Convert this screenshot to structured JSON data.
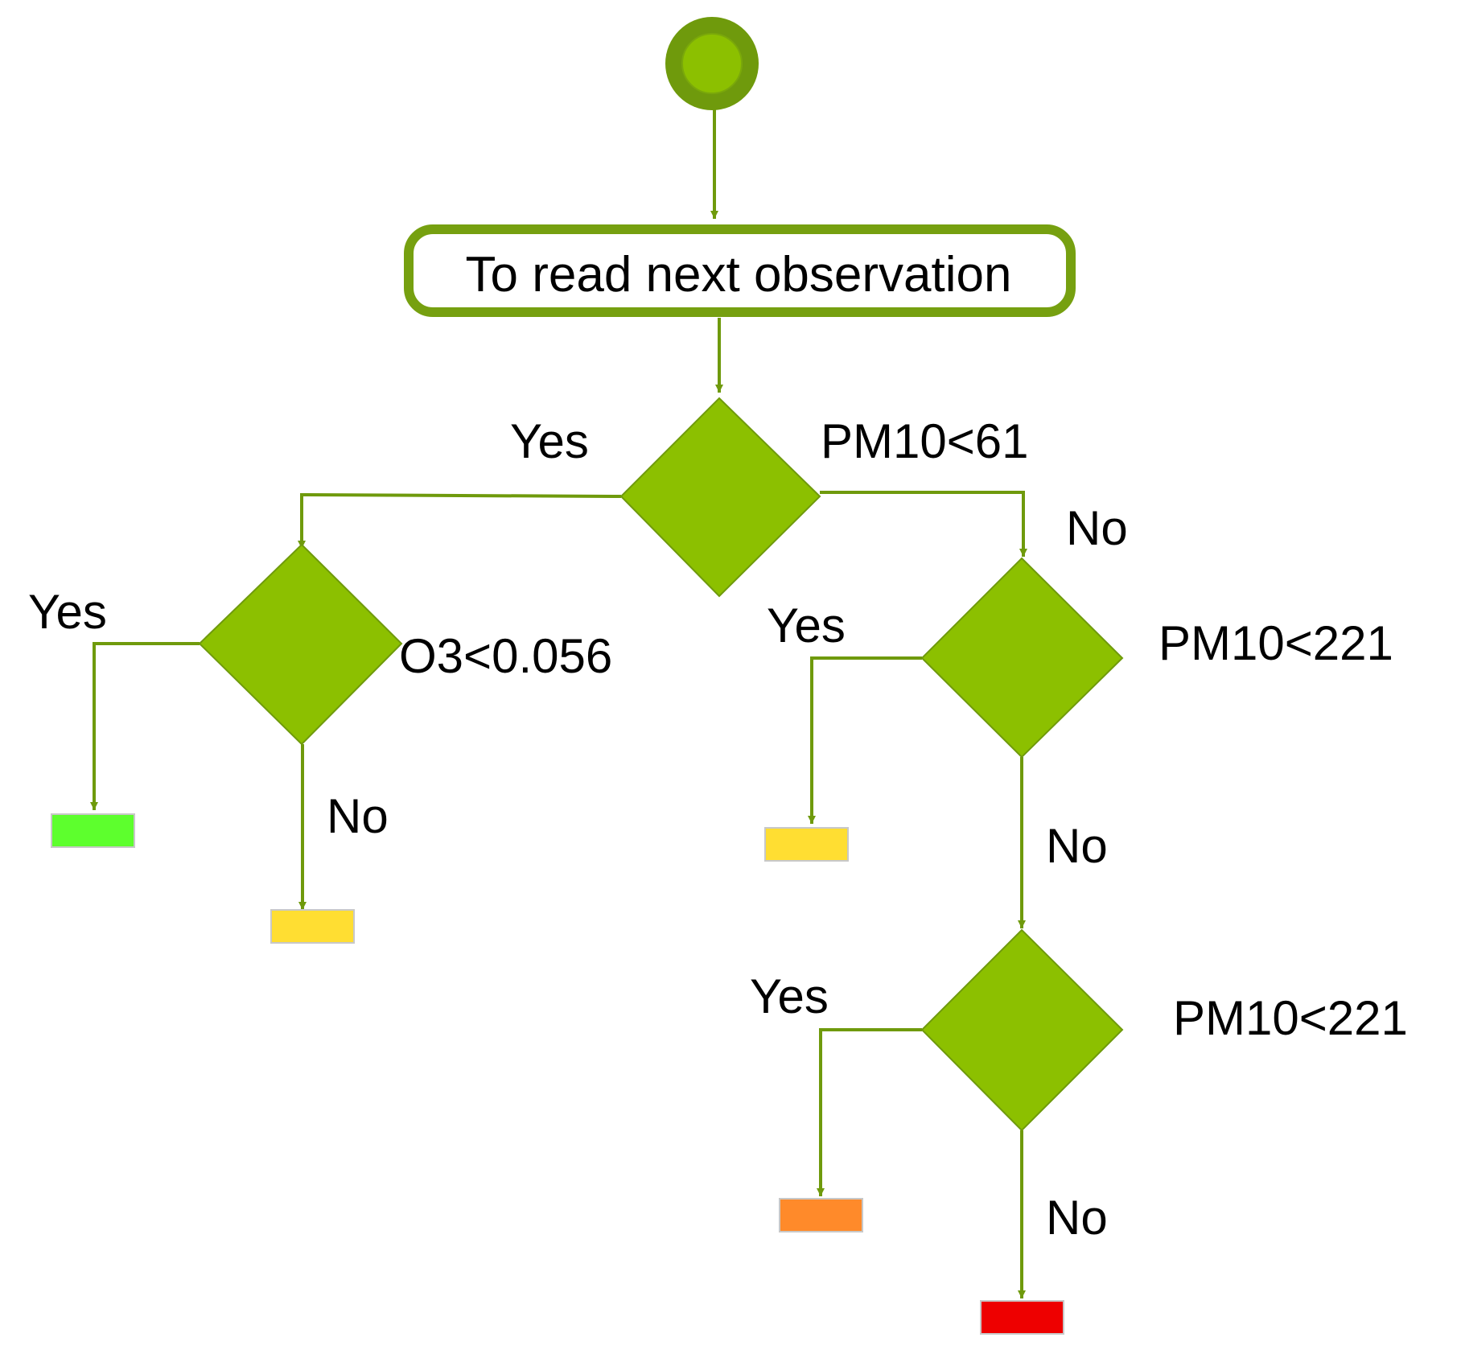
{
  "colors": {
    "edge": "#6f9a0c",
    "node_fill": "#8cc000",
    "node_stroke": "#6f9a0c",
    "process_stroke": "#76a010",
    "start_outer": "#6f9a0c",
    "start_inner": "#8cc000",
    "out_green": "#5dff2d",
    "out_yellow": "#ffde32",
    "out_orange": "#ff8a2a",
    "out_red": "#ee0000"
  },
  "nodes": {
    "start": {
      "icon": "start-node-circle"
    },
    "process": {
      "label": "To read next observation"
    },
    "d1": {
      "label": "PM10<61"
    },
    "d2": {
      "label": "O3<0.056"
    },
    "d3": {
      "label": "PM10<221"
    },
    "d4": {
      "label": "PM10<221"
    }
  },
  "edge_labels": {
    "d1_yes": "Yes",
    "d1_no": "No",
    "d2_yes": "Yes",
    "d2_no": "No",
    "d3_yes": "Yes",
    "d3_no": "No",
    "d4_yes": "Yes",
    "d4_no": "No"
  },
  "outcomes": {
    "o1": {
      "color": "green"
    },
    "o2": {
      "color": "yellow"
    },
    "o3": {
      "color": "yellow"
    },
    "o4": {
      "color": "orange"
    },
    "o5": {
      "color": "red"
    }
  }
}
